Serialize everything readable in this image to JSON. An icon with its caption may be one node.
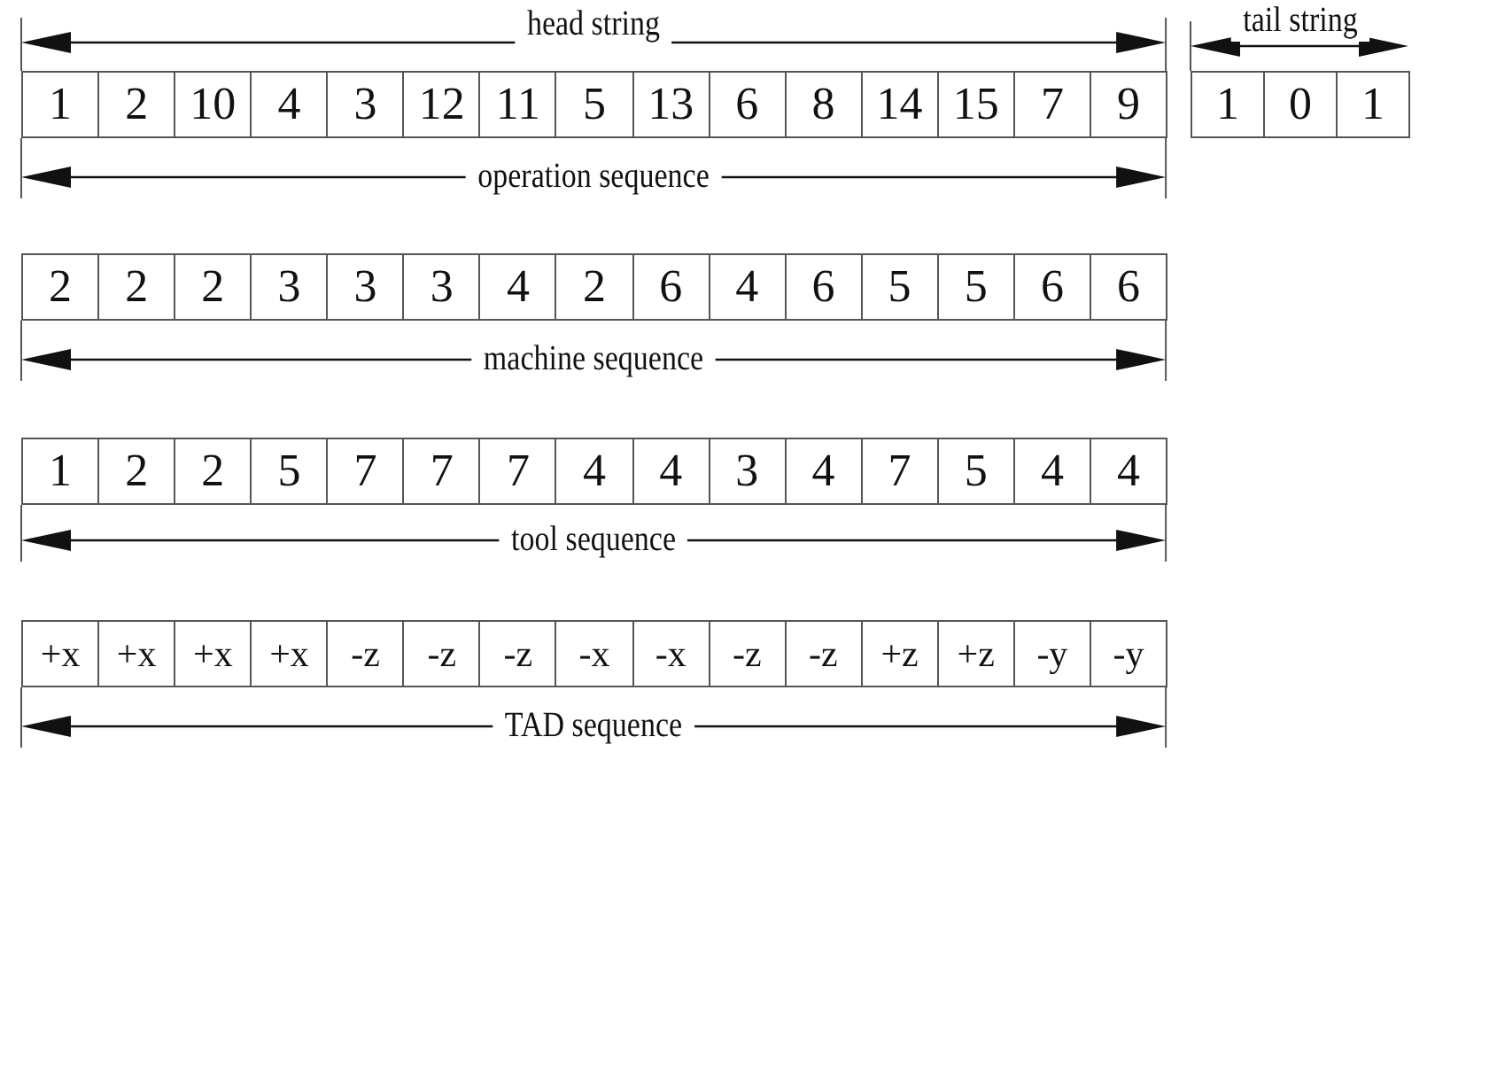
{
  "diagram": {
    "labels": [
      "head string",
      "tail string",
      "1",
      "2",
      "10",
      "4",
      "3",
      "12",
      "11",
      "5",
      "13",
      "6",
      "8",
      "14",
      "15",
      "7",
      "9",
      "1",
      "0",
      "1",
      "operation sequence",
      "2",
      "2",
      "2",
      "3",
      "3",
      "3",
      "4",
      "2",
      "6",
      "4",
      "6",
      "5",
      "5",
      "6",
      "6",
      "machine sequence",
      "1",
      "2",
      "2",
      "5",
      "7",
      "7",
      "7",
      "4",
      "4",
      "3",
      "4",
      "7",
      "5",
      "4",
      "4",
      "tool sequence",
      "+x",
      "+x",
      "+x",
      "+x",
      "-z",
      "-z",
      "-z",
      "-x",
      "-x",
      "-z",
      "-z",
      "+z",
      "+z",
      "-y",
      "-y",
      "TAD sequence"
    ]
  }
}
